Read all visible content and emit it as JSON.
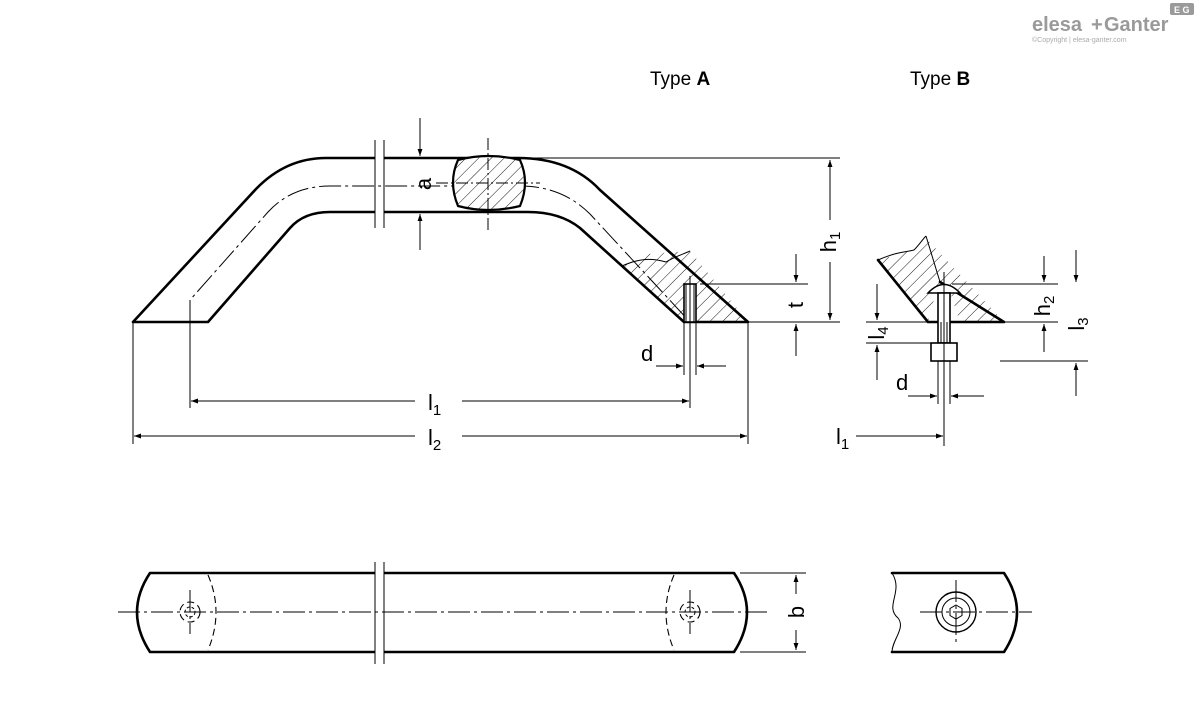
{
  "brand": {
    "logo_left": "elesa",
    "logo_plus": "+",
    "logo_right": "Ganter",
    "badge": "E G",
    "copyright": "©Copyright | elesa-ganter.com"
  },
  "views": {
    "type_a_prefix": "Type ",
    "type_a_letter": "A",
    "type_b_prefix": "Type ",
    "type_b_letter": "B"
  },
  "dimensions": {
    "a": "a",
    "h": "h",
    "h1_sub": "1",
    "t": "t",
    "d": "d",
    "l": "l",
    "l1_sub": "1",
    "l2_sub": "2",
    "h2_sub": "2",
    "l3_sub": "3",
    "l4_sub": "4",
    "b": "b"
  },
  "colors": {
    "line": "#000000",
    "background": "#ffffff",
    "logo": "#9a9a9a"
  }
}
